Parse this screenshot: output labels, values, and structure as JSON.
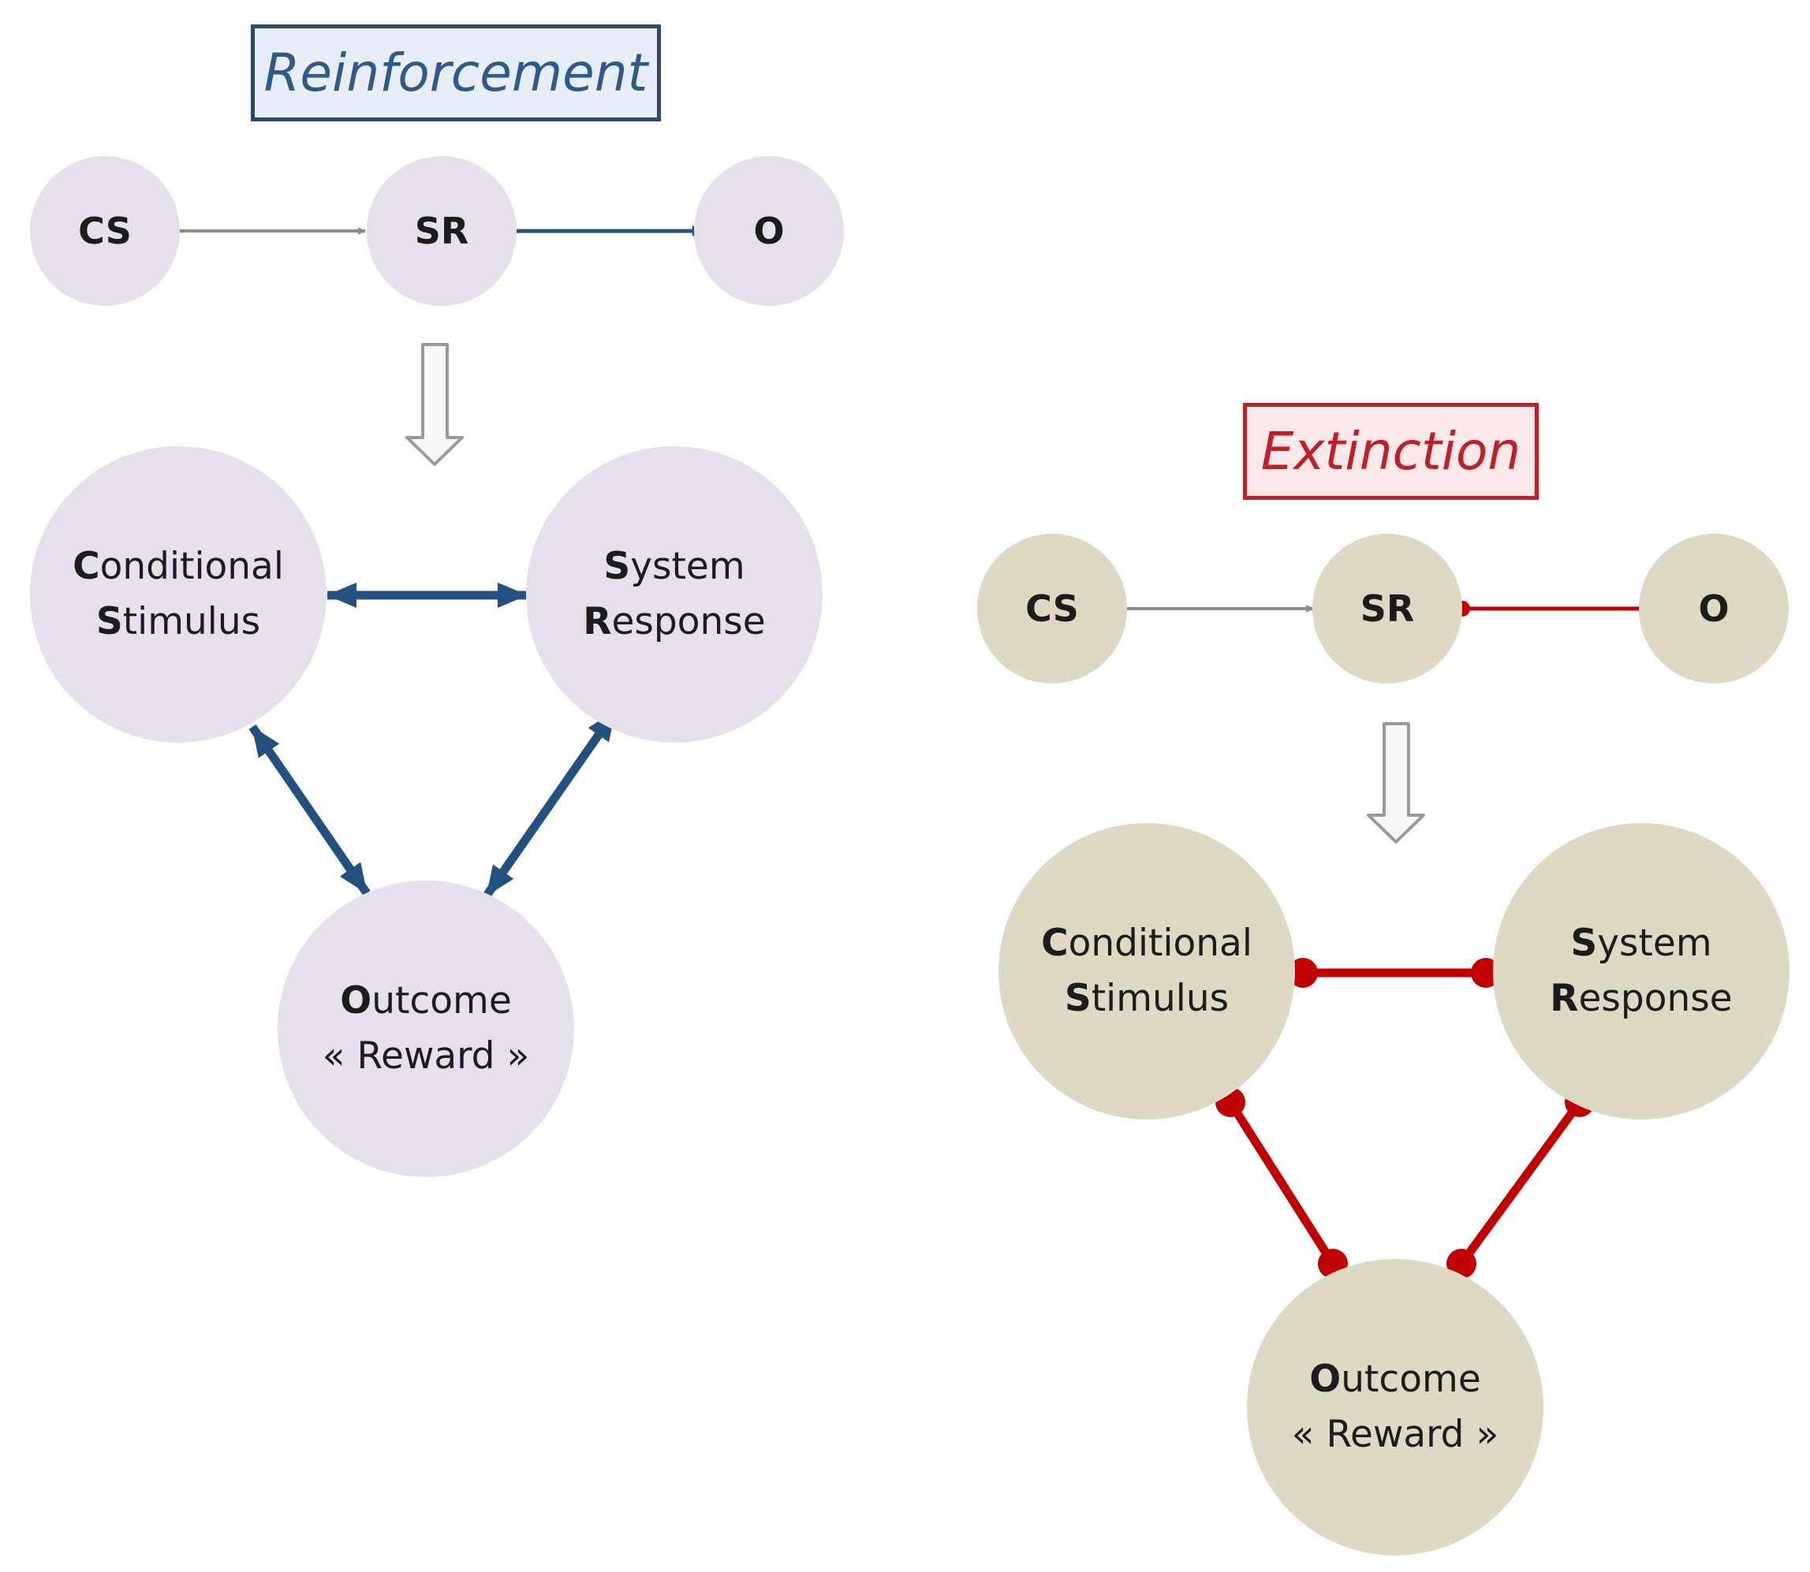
{
  "colors": {
    "reinforcement_accent": "#23507f",
    "extinction_accent": "#c00000",
    "neutral_arrow": "#8c8c8c",
    "reinforcement_node_fill": "#e6e0ec",
    "extinction_node_fill": "#ddd9c3"
  },
  "reinforcement": {
    "title": "Reinforcement",
    "chain": {
      "cs": "CS",
      "sr": "SR",
      "o": "O"
    },
    "triangle": {
      "stimulus": {
        "line1_initial": "C",
        "line1_rest": "onditional",
        "line2_initial": "S",
        "line2_rest": "timulus"
      },
      "response": {
        "line1_initial": "S",
        "line1_rest": "ystem",
        "line2_initial": "R",
        "line2_rest": "esponse"
      },
      "outcome": {
        "line1_initial": "O",
        "line1_rest": "utcome",
        "line2": "« Reward »"
      }
    }
  },
  "extinction": {
    "title": "Extinction",
    "chain": {
      "cs": "CS",
      "sr": "SR",
      "o": "O"
    },
    "triangle": {
      "stimulus": {
        "line1_initial": "C",
        "line1_rest": "onditional",
        "line2_initial": "S",
        "line2_rest": "timulus"
      },
      "response": {
        "line1_initial": "S",
        "line1_rest": "ystem",
        "line2_initial": "R",
        "line2_rest": "esponse"
      },
      "outcome": {
        "line1_initial": "O",
        "line1_rest": "utcome",
        "line2": "« Reward »"
      }
    }
  }
}
